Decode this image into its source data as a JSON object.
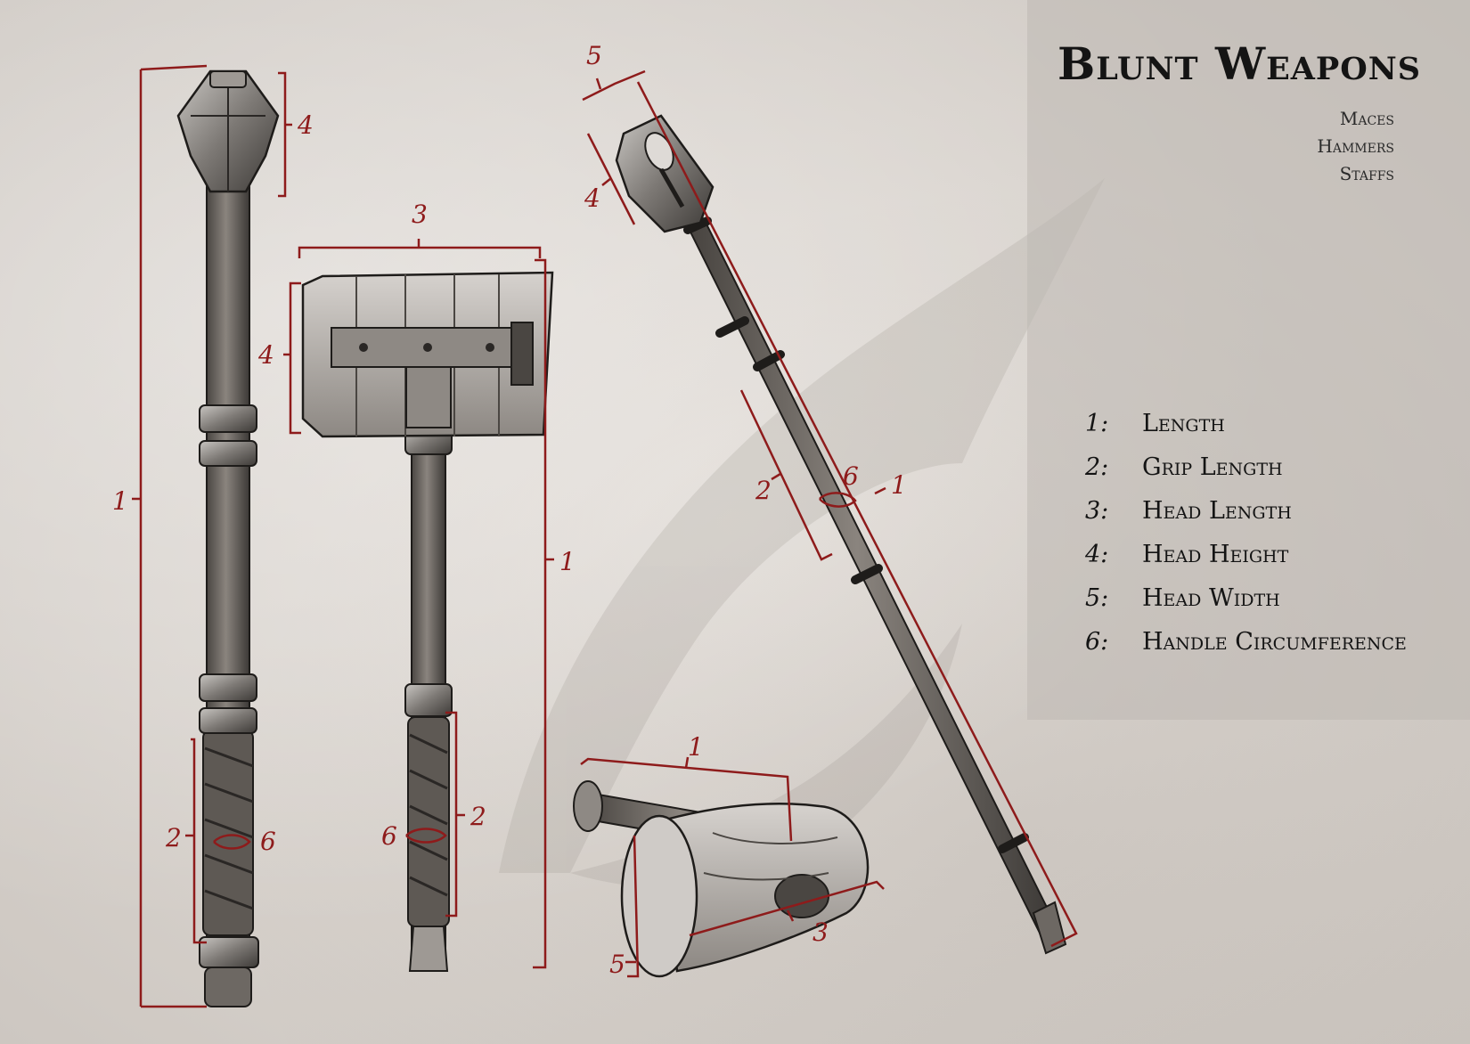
{
  "header": {
    "title": "Blunt Weapons",
    "categories": [
      "Maces",
      "Hammers",
      "Staffs"
    ]
  },
  "legend": [
    {
      "number": "1:",
      "label": "Length"
    },
    {
      "number": "2:",
      "label": "Grip Length"
    },
    {
      "number": "3:",
      "label": "Head Length"
    },
    {
      "number": "4:",
      "label": "Head Height"
    },
    {
      "number": "5:",
      "label": "Head Width"
    },
    {
      "number": "6:",
      "label": "Handle Circumference"
    }
  ],
  "markers": {
    "mace": {
      "length": "1",
      "head_height": "4",
      "grip_length": "2",
      "circumference": "6"
    },
    "hammer": {
      "head_length": "3",
      "head_height": "4",
      "length": "1",
      "grip_length": "2",
      "circumference": "6"
    },
    "staff": {
      "head_width": "5",
      "head_height": "4",
      "grip_length": "2",
      "circumference": "6",
      "length": "1"
    },
    "maul": {
      "length": "1",
      "head_length": "3",
      "head_width": "5"
    }
  },
  "colors": {
    "background": "#e6e1dc",
    "panel": "#c2bcb6",
    "annotation": "#8e1b1b",
    "ink": "#141414"
  }
}
